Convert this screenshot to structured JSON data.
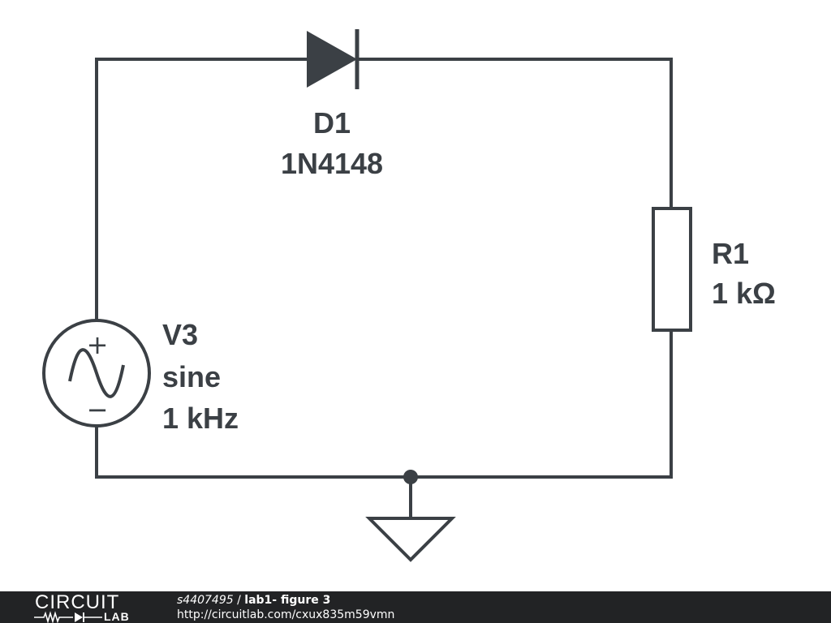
{
  "components": {
    "diode": {
      "designator": "D1",
      "part": "1N4148"
    },
    "resistor": {
      "designator": "R1",
      "value": "1 kΩ"
    },
    "source": {
      "designator": "V3",
      "type": "sine",
      "frequency": "1 kHz",
      "plus": "+",
      "minus": "−"
    }
  },
  "colors": {
    "wire": "#3b4045",
    "footer_bg": "#222325",
    "footer_text": "#ffffff"
  },
  "footer": {
    "logo_top": "CIRCUIT",
    "logo_bottom": "LAB",
    "user": "s4407495",
    "separator": " / ",
    "title": "lab1- figure 3",
    "url": "http://circuitlab.com/cxux835m59vmn"
  }
}
